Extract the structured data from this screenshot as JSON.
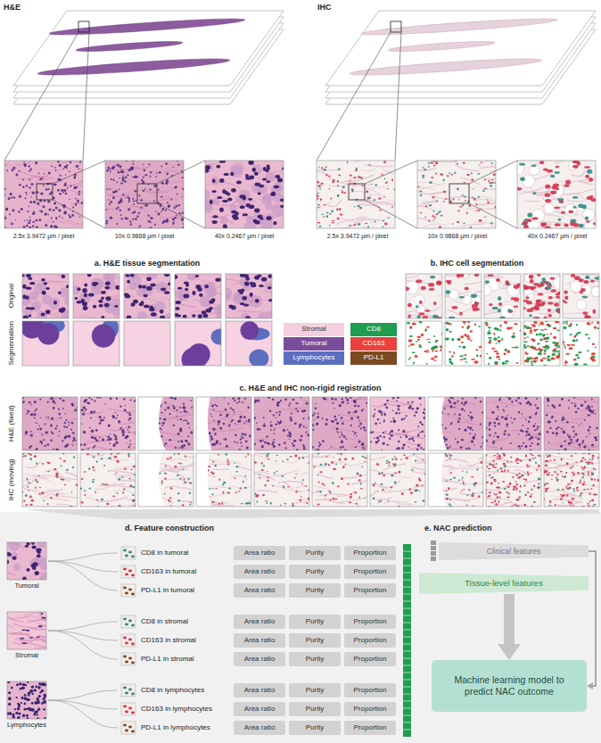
{
  "diagram": {
    "nodes": [
      {
        "text": [
          "Area ratio"
        ]
      },
      {
        "text": [
          "Purity"
        ]
      },
      {
        "text": [
          "Proportion"
        ]
      },
      {
        "text": [
          "Area ratio"
        ]
      },
      {
        "text": [
          "Purity"
        ]
      },
      {
        "text": [
          "Proportion"
        ]
      },
      {
        "text": [
          "Area ratio"
        ]
      },
      {
        "text": [
          "Purity"
        ]
      },
      {
        "text": [
          "Proportion"
        ]
      },
      {
        "text": [
          "Area ratio"
        ]
      },
      {
        "text": [
          "Purity"
        ]
      },
      {
        "text": [
          "Proportion"
        ]
      },
      {
        "text": [
          "Area ratio"
        ]
      },
      {
        "text": [
          "Purity"
        ]
      },
      {
        "text": [
          "Proportion"
        ]
      },
      {
        "text": [
          "Area ratio"
        ]
      },
      {
        "text": [
          "Purity"
        ]
      },
      {
        "text": [
          "Proportion"
        ]
      },
      {
        "text": [
          "Area ratio"
        ]
      },
      {
        "text": [
          "Purity"
        ]
      },
      {
        "text": [
          "Proportion"
        ]
      },
      {
        "text": [
          "Area ratio"
        ]
      },
      {
        "text": [
          "Purity"
        ]
      },
      {
        "text": [
          "Proportion"
        ]
      },
      {
        "text": [
          "Area ratio"
        ]
      },
      {
        "text": [
          "Purity"
        ]
      },
      {
        "text": [
          "Proportion"
        ]
      },
      {
        "text": [
          "Clinical features"
        ]
      },
      {
        "text": [
          "Tissue-level features"
        ]
      },
      {
        "text": [
          "Machine learning model to predict NAC outcome"
        ]
      }
    ],
    "edges": [
      {
        "from": 27,
        "to": 29,
        "arrow": "to"
      },
      {
        "from": 28,
        "to": 29,
        "arrow": "to"
      }
    ],
    "labels": [
      "H&E",
      "2.5x 3.9472 μm / pixel",
      "10x 0.9868 μm / pixel",
      "40x 0.2467 μm / pixel",
      "IHC",
      "2.5x 3.9472 μm / pixel",
      "10x 0.9868 μm / pixel",
      "40x 0.2467 μm / pixel",
      "a. H&E tissue segmentation",
      "b. IHC cell segmentation",
      "Original",
      "Segmentation",
      "c. H&E and IHC non-rigid registration",
      "H&E (fixed)",
      "IHC (moving)",
      "d. Feature construction",
      "Tumoral",
      "Stromal",
      "Lymphocytes",
      "CD8 in tumoral",
      "CD163 in tumoral",
      "PD-L1 in tumoral",
      "CD8 in stromal",
      "CD163 in stromal",
      "PD-L1 in stromal",
      "CD8 in lymphocytes",
      "CD163 in lymphocytes",
      "PD-L1 in lymphocytes",
      "e. NAC prediction"
    ],
    "legend": [
      {
        "text": "Stromal",
        "color": "#f4cfe0"
      },
      {
        "text": "Tumoral",
        "color": "#7a4d9c"
      },
      {
        "text": "Lymphocytes",
        "color": "#5b6ec0"
      },
      {
        "text": "CD8",
        "color": "#1f9e4f"
      },
      {
        "text": "CD163",
        "color": "#e9413b"
      },
      {
        "text": "PD-L1",
        "color": "#7b4a20"
      }
    ]
  }
}
